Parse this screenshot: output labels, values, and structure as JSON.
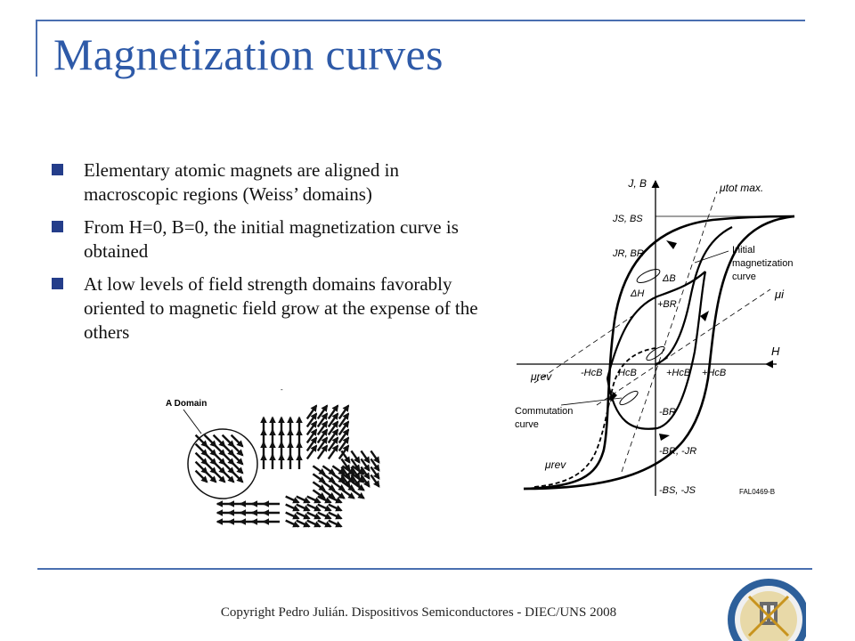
{
  "slide": {
    "title": "Magnetization curves",
    "bullets": [
      "Elementary atomic magnets are aligned in macroscopic regions (Weiss’ domains)",
      "From H=0, B=0, the initial magnetization curve is obtained",
      "At low levels of field strength domains favorably oriented to magnetic field grow at the expense of the others"
    ],
    "footer": "Copyright  Pedro Julián. Dispositivos Semiconductores - DIEC/UNS 2008"
  },
  "domain_figure": {
    "label": "A Domain",
    "label_color": "#d21f1f"
  },
  "hysteresis_figure": {
    "axis_y": "J, B",
    "axis_x": "H",
    "mu_tot_max": "μtot max.",
    "mu_i": "μi",
    "mu_rev_left": "μrev",
    "mu_rev_bottom": "μrev",
    "js_bs": "JS, BS",
    "jr_br": "JR, BR",
    "delta_b": "ΔB",
    "delta_h": "ΔH",
    "plus_br": "+BR",
    "initial_curve": [
      "Initial",
      "magnetization",
      "curve"
    ],
    "minus_hcb": "-HcB",
    "hcb": "HcB",
    "plus_hcb_1": "+HcB",
    "plus_hcb_2": "+HcB",
    "minus_br": "-BR",
    "commutation_curve": [
      "Commutation",
      "curve"
    ],
    "minus_br_jr": "-BR, -JR",
    "minus_bs_js": "-BS, -JS",
    "code": "FAL0469-B"
  },
  "colors": {
    "title": "#2e5aa8",
    "rule": "#4a6fb0",
    "bullet": "#243d8a"
  }
}
